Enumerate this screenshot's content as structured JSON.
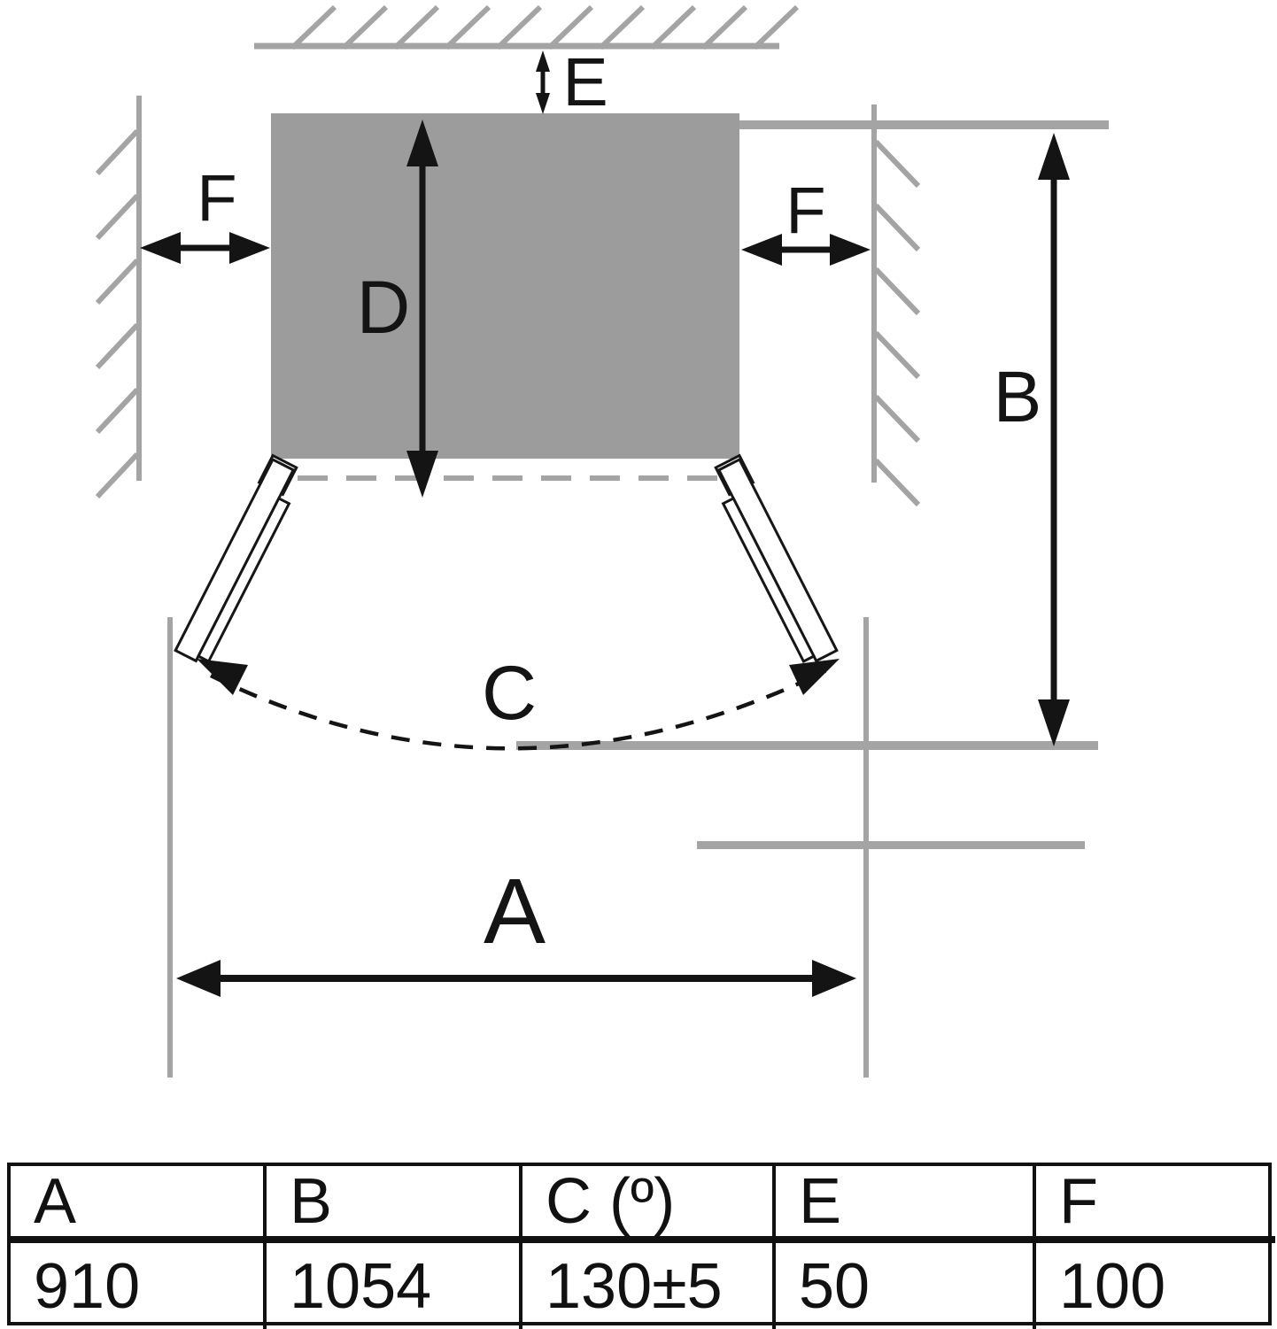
{
  "diagram": {
    "labels": {
      "width": "A",
      "height": "B",
      "door_angle": "C",
      "depth": "D",
      "top_gap": "E",
      "left_gap": "F",
      "right_gap": "F"
    },
    "colors": {
      "cabinet_fill": "#9c9c9c",
      "wall_gray": "#a4a4a4",
      "ink": "#141414"
    }
  },
  "table": {
    "headers": [
      "A",
      "B",
      "C (º)",
      "E",
      "F"
    ],
    "values": [
      "910",
      "1054",
      "130±5",
      "50",
      "100"
    ]
  }
}
